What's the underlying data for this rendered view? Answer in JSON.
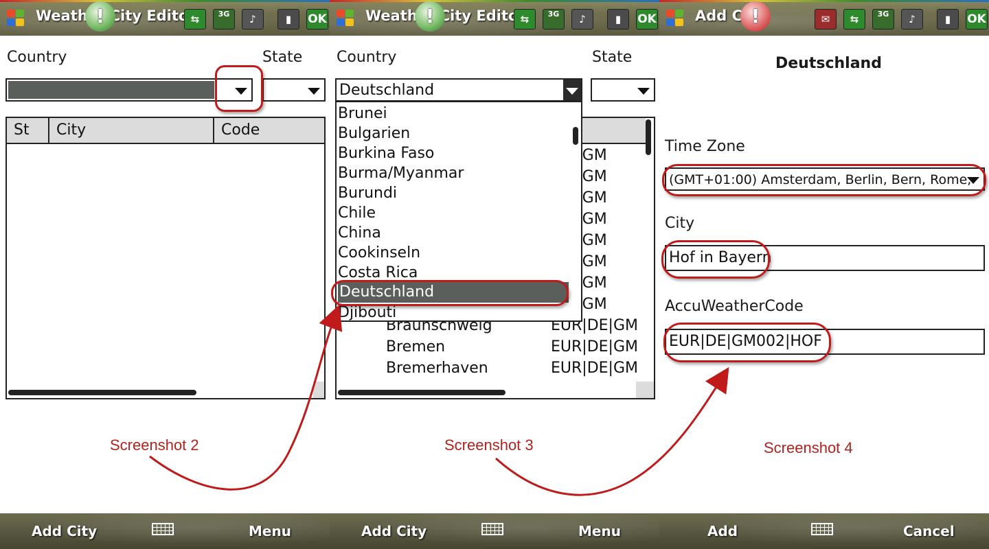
{
  "panels": [
    {
      "title": "Weather City Editor",
      "country_label": "Country",
      "state_label": "State",
      "columns": [
        "St",
        "City",
        "Code"
      ],
      "softkeys": {
        "left": "Add City",
        "right": "Menu"
      },
      "caption": "Screenshot 2"
    },
    {
      "title": "Weather City Editor",
      "country_label": "Country",
      "state_label": "State",
      "country_selected": "Deutschland",
      "country_options": [
        "Brunei",
        "Bulgarien",
        "Burkina Faso",
        "Burma/Myanmar",
        "Burundi",
        "Chile",
        "China",
        "Cookinseln",
        "Costa Rica",
        "Deutschland",
        "Djibouti"
      ],
      "selected_option": "Deutschland",
      "partial_header": "e",
      "codes_visible": [
        "|DE|GM",
        "|DE|GM",
        "|DE|GM",
        "|DE|GM",
        "|DE|GM",
        "|DE|GM",
        "|DE|GM",
        "|DE|GM"
      ],
      "cities": [
        {
          "name": "Braunschweig",
          "code": "EUR|DE|GM"
        },
        {
          "name": "Bremen",
          "code": "EUR|DE|GM"
        },
        {
          "name": "Bremerhaven",
          "code": "EUR|DE|GM"
        }
      ],
      "softkeys": {
        "left": "Add City",
        "right": "Menu"
      },
      "caption": "Screenshot 3"
    },
    {
      "title": "Add City",
      "country_heading": "Deutschland",
      "timezone_label": "Time Zone",
      "timezone_value": "(GMT+01:00) Amsterdam, Berlin, Bern, Rome,",
      "city_label": "City",
      "city_value": "Hof in Bayern",
      "code_label": "AccuWeatherCode",
      "code_value": "EUR|DE|GM002|HOF",
      "softkeys": {
        "left": "Add",
        "right": "Cancel"
      },
      "caption": "Screenshot 4"
    }
  ],
  "tray": {
    "signal": "3G",
    "ok": "OK"
  },
  "colors": {
    "annotation": "#c01a1a",
    "selected": "#5b5f5c",
    "header": "#dcdcdc"
  },
  "icons": [
    "windows-logo-icon",
    "notification-icon",
    "usb-icon",
    "signal-icon",
    "sound-icon",
    "battery-icon",
    "mail-icon",
    "keyboard-icon"
  ]
}
